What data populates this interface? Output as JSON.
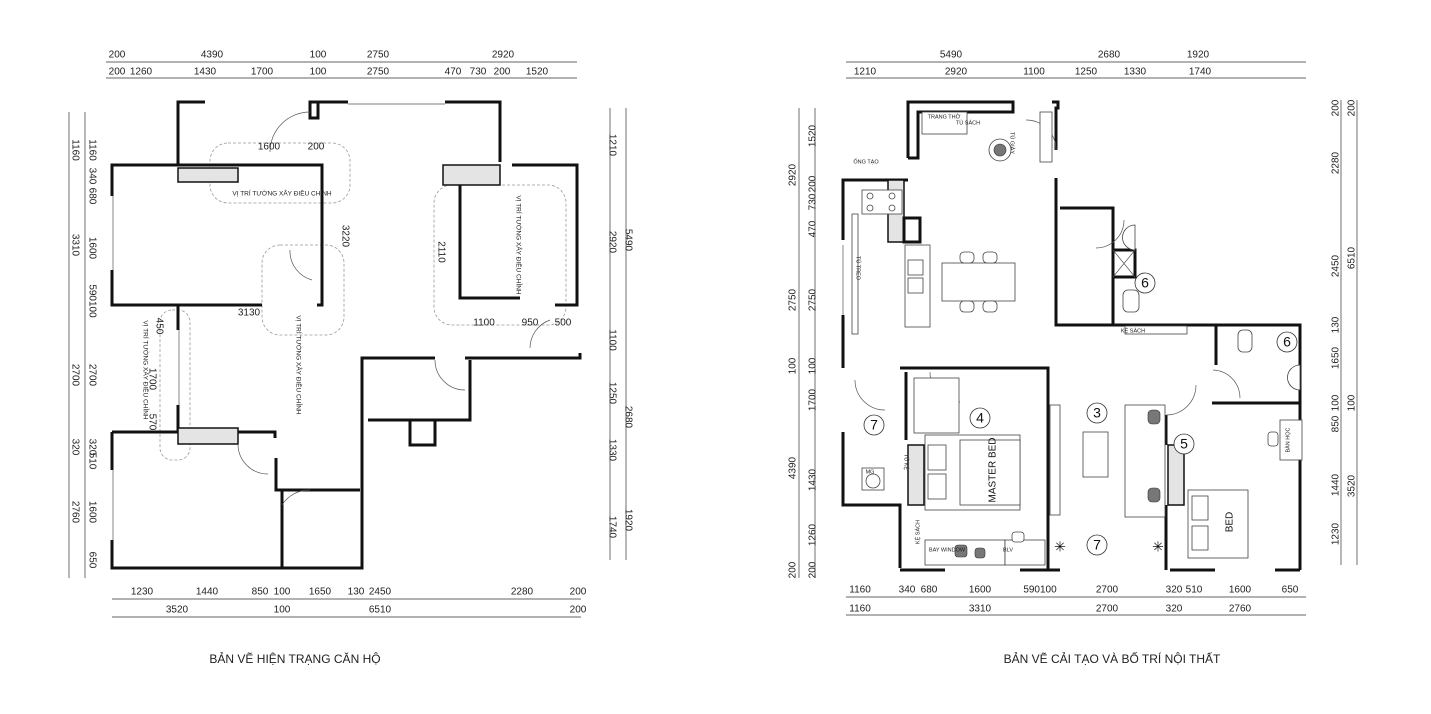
{
  "left_plan": {
    "caption": "BẢN VẼ HIỆN TRẠNG CĂN HỘ",
    "notes": [
      "VỊ TRÍ TƯỜNG XÂY ĐIỀU CHỈNH",
      "VỊ TRÍ TƯỜNG XÂY ĐIỀU CHỈNH",
      "VỊ TRÍ TƯỜNG XÂY ĐIỀU CHỈNH",
      "VỊ TRÍ TƯỜNG XÂY ĐIỀU CHỈNH"
    ],
    "dimensions": [
      "200",
      "4390",
      "100",
      "2750",
      "2920",
      "200",
      "1260",
      "1430",
      "1700",
      "100",
      "2750",
      "470",
      "730",
      "200",
      "1520",
      "1160",
      "3310",
      "2700",
      "320",
      "2760",
      "1160",
      "340",
      "680",
      "1600",
      "590100",
      "2700",
      "320",
      "510",
      "1600",
      "650",
      "1600",
      "200",
      "3220",
      "2110",
      "1100",
      "950",
      "500",
      "3130",
      "450",
      "1700",
      "570",
      "1210",
      "2920",
      "1100",
      "1250",
      "1330",
      "1740",
      "5490",
      "2680",
      "1920",
      "1230",
      "1440",
      "850",
      "100",
      "1650",
      "130",
      "2450",
      "2280",
      "200",
      "3520",
      "100",
      "6510",
      "200"
    ]
  },
  "right_plan": {
    "caption": "BẢN VẼ CẢI TẠO VÀ BỐ TRÍ NỘI THẤT",
    "rooms": [
      "4",
      "3",
      "7",
      "5",
      "6",
      "6",
      "7"
    ],
    "labels": [
      "TRANG THỜ",
      "TỦ SÁCH",
      "TỦ GIÀY",
      "ỐNG TẠO",
      "TỦ TREO",
      "KỆ SÁCH",
      "BAY WINDOW",
      "BLV",
      "KỆ SÁCH",
      "TỦ KỆ",
      "MG",
      "BÀN HỌC"
    ],
    "bed_labels": [
      "MASTER BED",
      "BED"
    ],
    "dimensions": [
      "5490",
      "2680",
      "1920",
      "1210",
      "2920",
      "1100",
      "1250",
      "1330",
      "1740",
      "2920",
      "2750",
      "100",
      "4390",
      "200",
      "1520",
      "200",
      "730",
      "470",
      "2750",
      "100",
      "1700",
      "1430",
      "1260",
      "200",
      "200",
      "2280",
      "2450",
      "130",
      "1650",
      "100",
      "850",
      "1440",
      "1230",
      "200",
      "6510",
      "100",
      "3520",
      "1160",
      "340",
      "680",
      "1600",
      "590100",
      "2700",
      "320",
      "510",
      "1600",
      "650",
      "1160",
      "3310",
      "2700",
      "320",
      "2760"
    ]
  }
}
